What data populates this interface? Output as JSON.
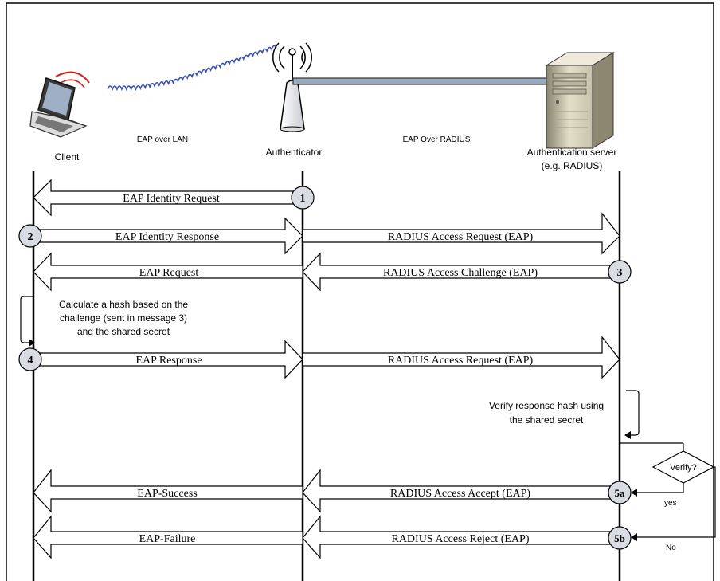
{
  "actors": {
    "client": "Client",
    "authenticator": "Authenticator",
    "server_line1": "Authentication server",
    "server_line2": "(e.g. RADIUS)"
  },
  "links": {
    "lan": "EAP over LAN",
    "radius": "EAP Over RADIUS"
  },
  "messages": {
    "m1": "EAP Identity Request",
    "m2a": "EAP Identity Response",
    "m2b": "RADIUS Access Request (EAP)",
    "m3a": "EAP Request",
    "m3b": "RADIUS Access Challenge (EAP)",
    "m4a": "EAP Response",
    "m4b": "RADIUS Access Request (EAP)",
    "m5a_left": "EAP-Success",
    "m5a_right": "RADIUS Access Accept (EAP)",
    "m5b_left": "EAP-Failure",
    "m5b_right": "RADIUS Access Reject (EAP)"
  },
  "steps": {
    "s1": "1",
    "s2": "2",
    "s3": "3",
    "s4": "4",
    "s5a": "5a",
    "s5b": "5b"
  },
  "notes": {
    "calc_line1": "Calculate a hash based on the",
    "calc_line2": "challenge (sent in message 3)",
    "calc_line3": "and the shared secret",
    "verify_line1": "Verify response hash using",
    "verify_line2": "the shared secret"
  },
  "decision": {
    "label": "Verify?",
    "yes": "yes",
    "no": "No"
  },
  "colors": {
    "line": "#000000",
    "circle_fill": "#d9dde3",
    "wifi_wave": "#3a4fb5",
    "laptop_signal": "#d42020",
    "cable": "#9aaabd"
  }
}
